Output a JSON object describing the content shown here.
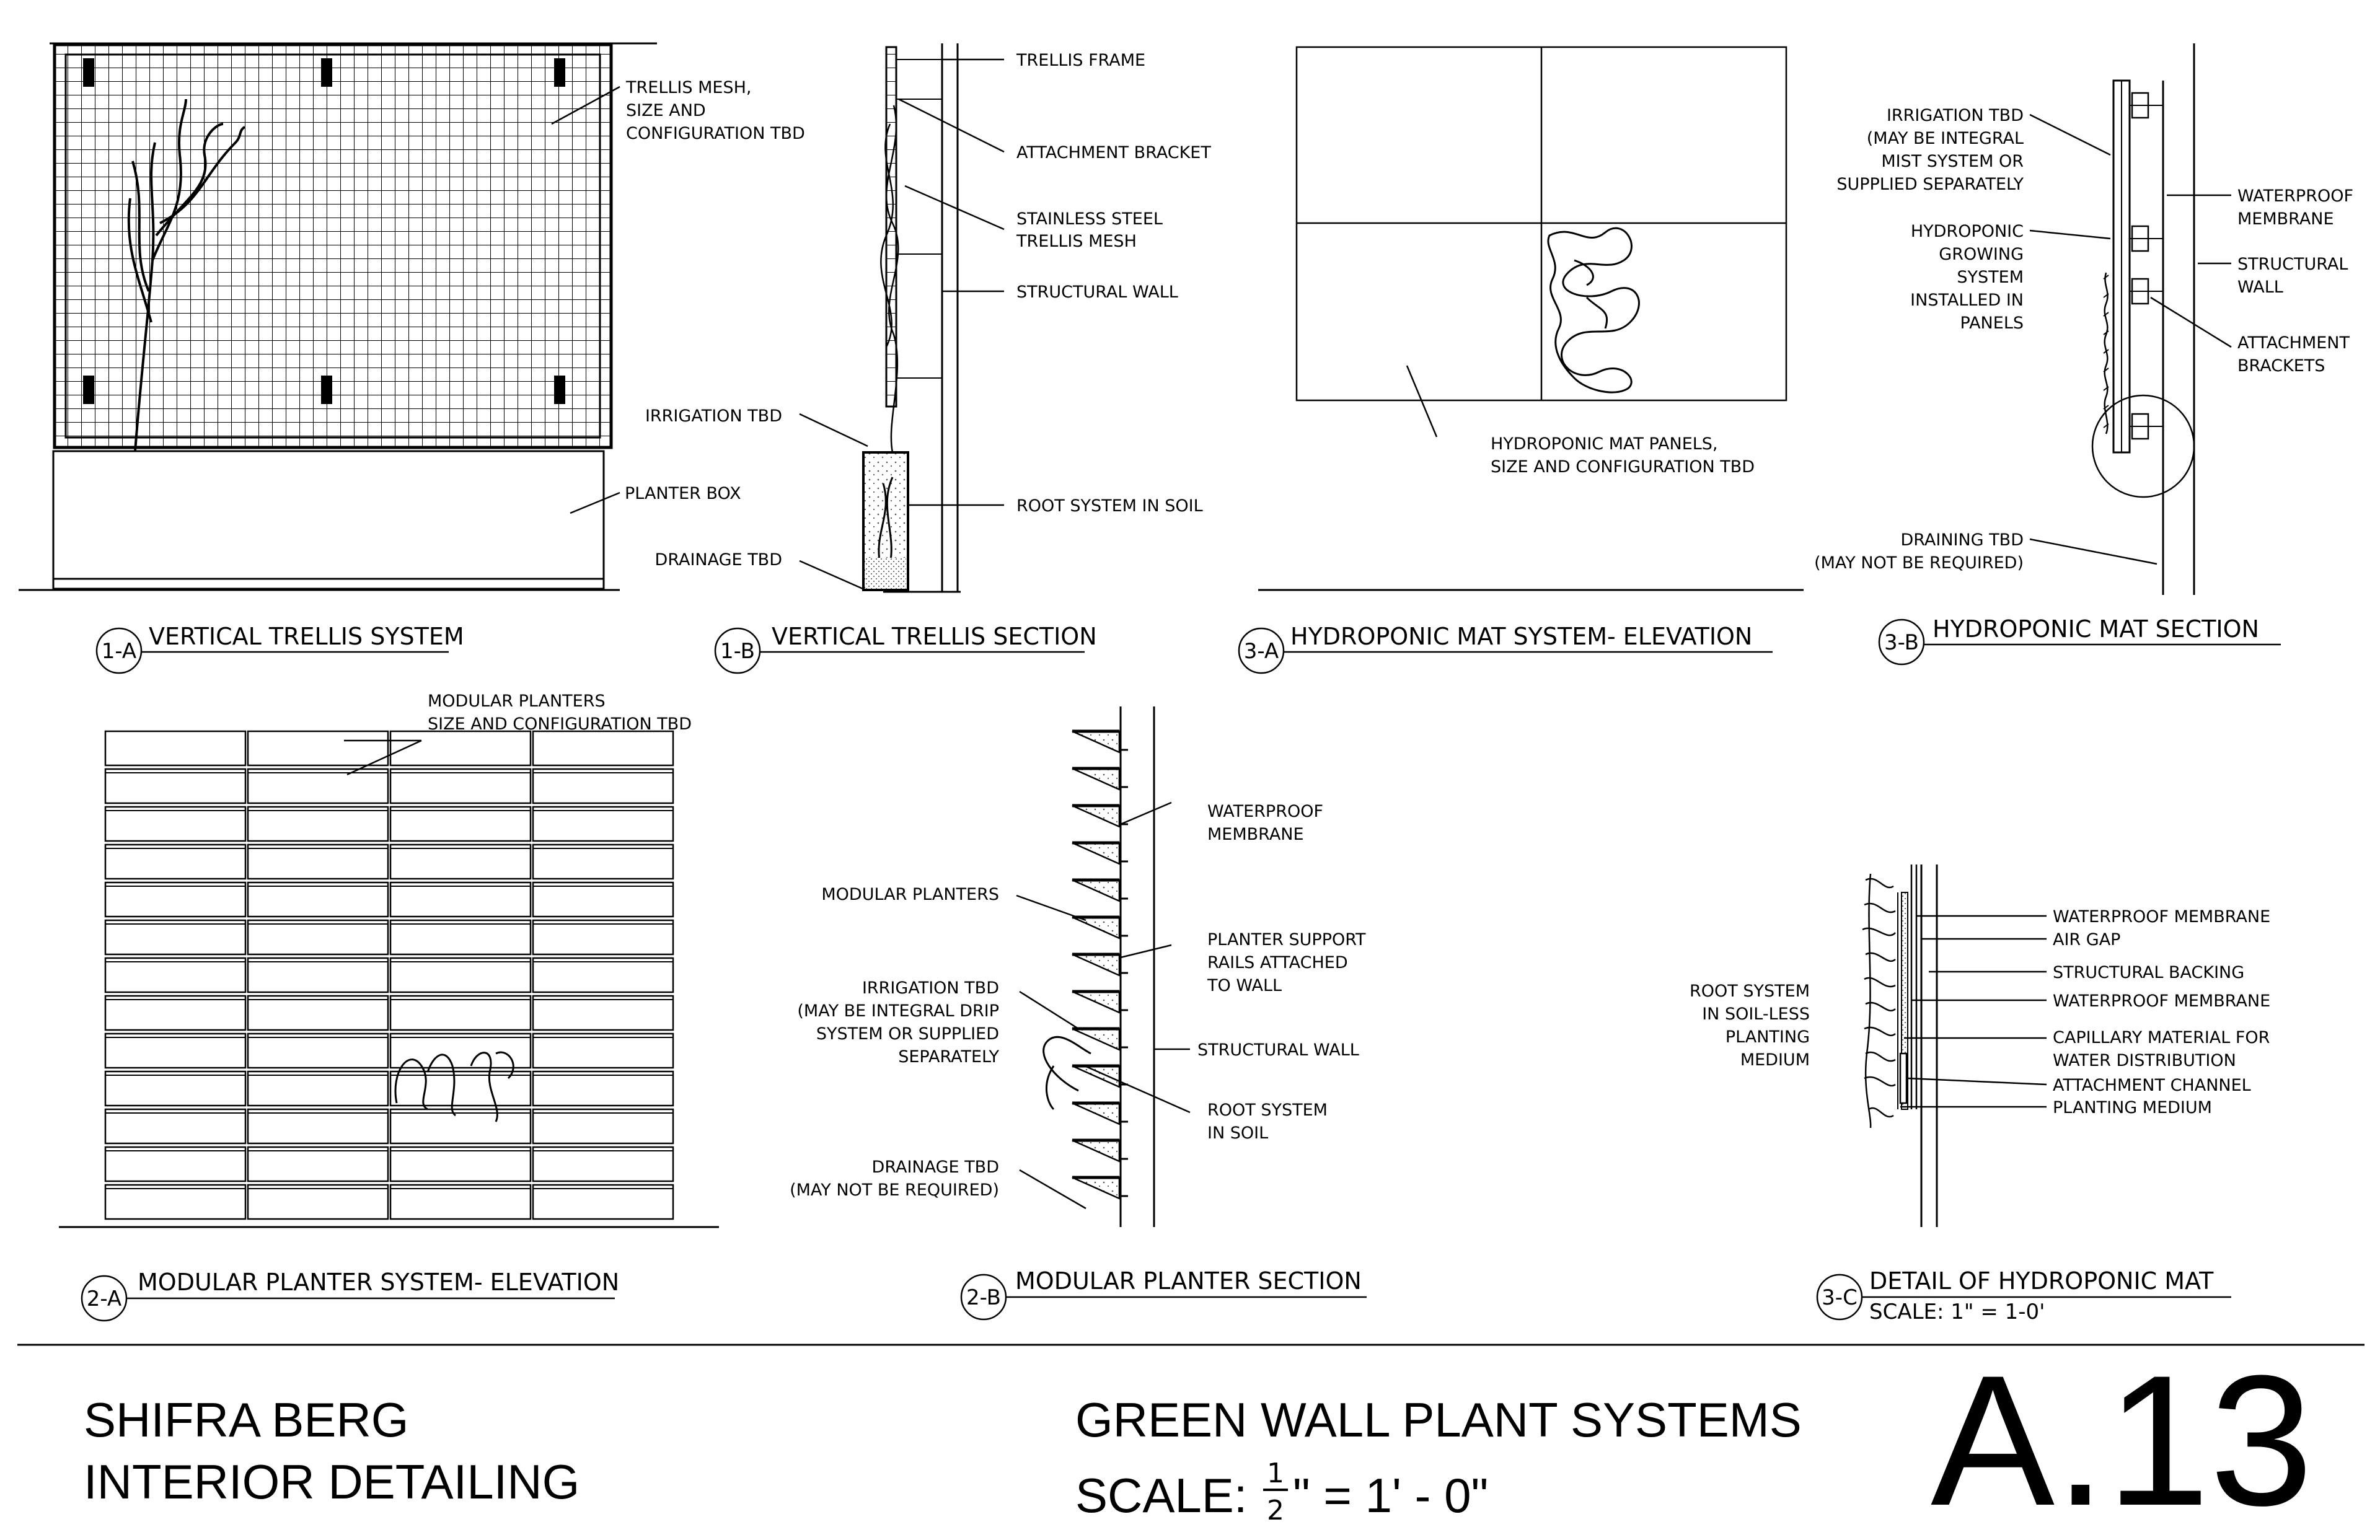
{
  "sheet": {
    "author_line1": "SHIFRA BERG",
    "author_line2": "INTERIOR DETAILING",
    "title": "GREEN WALL PLANT SYSTEMS",
    "scale_prefix": "SCALE:",
    "scale_num": "1",
    "scale_den": "2",
    "scale_suffix": "\" = 1' - 0\"",
    "number": "A.13"
  },
  "details": {
    "d1a": {
      "tag": "1-A",
      "title": "VERTICAL TRELLIS SYSTEM"
    },
    "d1b": {
      "tag": "1-B",
      "title": "VERTICAL TRELLIS SECTION"
    },
    "d3a": {
      "tag": "3-A",
      "title": "HYDROPONIC MAT SYSTEM- ELEVATION"
    },
    "d3b": {
      "tag": "3-B",
      "title": "HYDROPONIC MAT SECTION"
    },
    "d2a": {
      "tag": "2-A",
      "title": "MODULAR PLANTER SYSTEM- ELEVATION"
    },
    "d2b": {
      "tag": "2-B",
      "title": "MODULAR PLANTER SECTION"
    },
    "d3c": {
      "tag": "3-C",
      "title": "DETAIL OF HYDROPONIC MAT",
      "subtitle": "SCALE: 1\" = 1-0'"
    }
  },
  "notes": {
    "trellis_mesh": [
      "TRELLIS MESH,",
      "SIZE AND",
      "CONFIGURATION TBD"
    ],
    "planter_box": "PLANTER BOX",
    "trellis_frame": "TRELLIS FRAME",
    "attachment_bracket": "ATTACHMENT BRACKET",
    "stainless_mesh": [
      "STAINLESS STEEL",
      "TRELLIS MESH"
    ],
    "structural_wall_1b": "STRUCTURAL WALL",
    "irrigation_1b": "IRRIGATION TBD",
    "root_soil_1b": "ROOT SYSTEM IN SOIL",
    "drainage_1b": "DRAINAGE TBD",
    "hydro_panels": [
      "HYDROPONIC MAT PANELS,",
      "SIZE AND CONFIGURATION TBD"
    ],
    "irrigation_3b": [
      "IRRIGATION TBD",
      "(MAY BE INTEGRAL",
      "MIST SYSTEM OR",
      "SUPPLIED SEPARATELY"
    ],
    "hydro_growing": [
      "HYDROPONIC",
      "GROWING",
      "SYSTEM",
      "INSTALLED IN",
      "PANELS"
    ],
    "draining_3b": [
      "DRAINING TBD",
      "(MAY NOT BE REQUIRED)"
    ],
    "waterproof_3b": [
      "WATERPROOF",
      "MEMBRANE"
    ],
    "structural_3b": [
      "STRUCTURAL",
      "WALL"
    ],
    "brackets_3b": [
      "ATTACHMENT",
      "BRACKETS"
    ],
    "modular_2a": [
      "MODULAR PLANTERS",
      "SIZE AND CONFIGURATION TBD"
    ],
    "modular_2b": "MODULAR PLANTERS",
    "irrigation_2b": [
      "IRRIGATION TBD",
      "(MAY BE INTEGRAL DRIP",
      "SYSTEM OR SUPPLIED",
      "SEPARATELY"
    ],
    "drainage_2b": [
      "DRAINAGE TBD",
      "(MAY NOT BE REQUIRED)"
    ],
    "waterproof_2b": [
      "WATERPROOF",
      "MEMBRANE"
    ],
    "support_rails": [
      "PLANTER SUPPORT",
      "RAILS ATTACHED",
      "TO WALL"
    ],
    "structural_2b": "STRUCTURAL WALL",
    "root_soil_2b": [
      "ROOT SYSTEM",
      "IN SOIL"
    ],
    "root_3c": [
      "ROOT SYSTEM",
      "IN SOIL-LESS",
      "PLANTING",
      "MEDIUM"
    ],
    "layers_3c": [
      "WATERPROOF MEMBRANE",
      "AIR GAP",
      "STRUCTURAL BACKING",
      "WATERPROOF MEMBRANE",
      "CAPILLARY MATERIAL FOR",
      "WATER DISTRIBUTION",
      "ATTACHMENT CHANNEL",
      "PLANTING MEDIUM"
    ]
  }
}
